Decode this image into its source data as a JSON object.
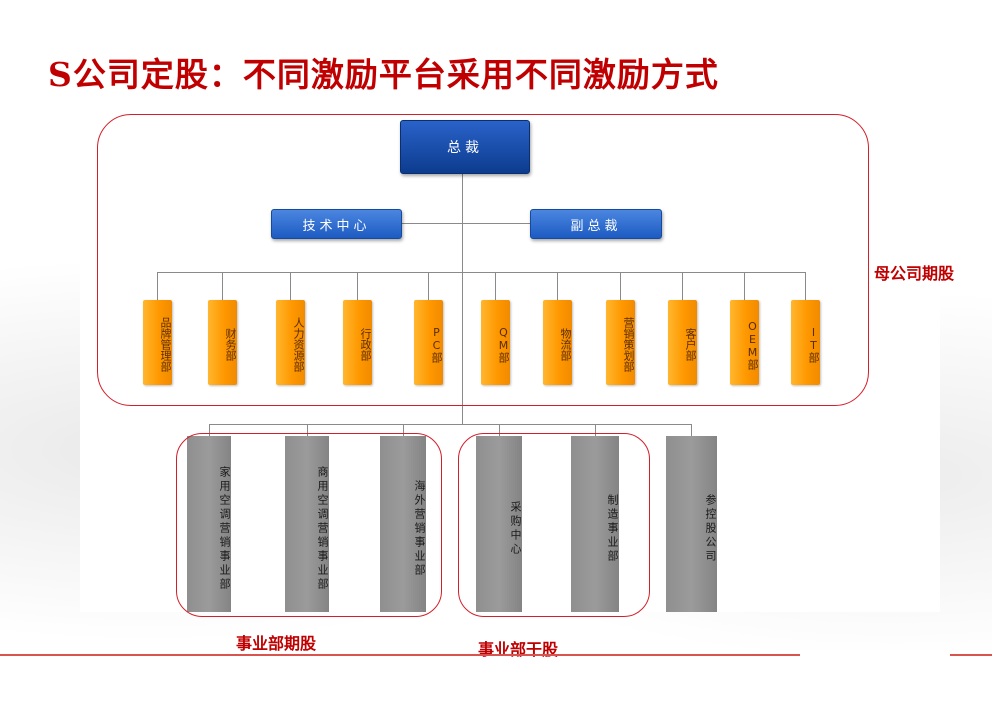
{
  "title": "S公司定股：不同激励平台采用不同激励方式",
  "top": "总裁",
  "mid_left": "技术中心",
  "mid_right": "副总裁",
  "departments": [
    "品牌管理部",
    "财务部",
    "人力资源部",
    "行政部",
    "PC部",
    "QM部",
    "物流部",
    "营销策划部",
    "客户部",
    "OEM部",
    "IT部"
  ],
  "business_units": [
    "家用空调营销事业部",
    "商用空调营销事业部",
    "海外营销事业部",
    "采购中心",
    "制造事业部",
    "参控股公司"
  ],
  "labels": {
    "parent": "母公司期股",
    "division_options": "事业部期股",
    "division_shares": "事业部干股"
  },
  "colors": {
    "title": "#c00000",
    "region_border": "#d21f2a",
    "dept_fill": "#ff9800",
    "unit_fill": "#8f8f8f",
    "exec_fill": "#0c3c8e"
  }
}
